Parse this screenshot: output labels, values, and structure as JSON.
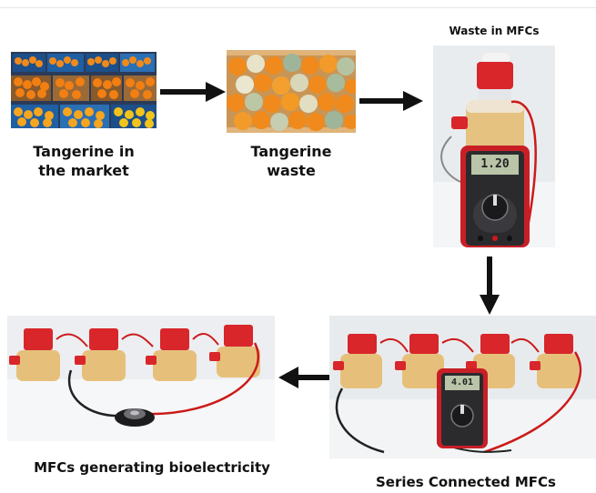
{
  "labels": {
    "market_line1": "Tangerine in",
    "market_line2": "the market",
    "waste_line1": "Tangerine",
    "waste_line2": "waste",
    "mfc_waste": "Waste  in MFCs",
    "generating": "MFCs generating bioelectricity",
    "series": "Series Connected MFCs"
  },
  "meter_readings": {
    "single": "1.20",
    "series": "4.01"
  },
  "colors": {
    "arrow": "#111111",
    "orange": "#f08a1c",
    "cap_red": "#d8262a",
    "meter_red": "#c81f27",
    "liquid": "#e6c07a",
    "wire_red": "#cc1a1a",
    "wire_black": "#222222"
  }
}
